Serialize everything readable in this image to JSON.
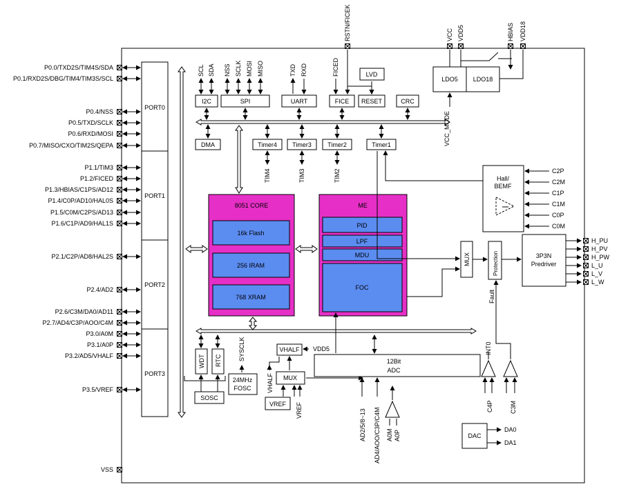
{
  "pins_left": [
    "P0.0/TXD2S/TIM4S/SDA",
    "P0.1/RXD2S/DBG/TIM4/TIM3S/SCL",
    "P0.4/NSS",
    "P0.5/TXD/SCLK",
    "P0.6/RXD/MOSI",
    "P0.7/MISO/CXO/TIM2S/QEPA",
    "P1.1/TIM3",
    "P1.2/FICED",
    "P1.3/HBIAS/C1PS/AD12",
    "P1.4/C0P/AD10/HAL0S",
    "P1.5/C0M/C2PS/AD13",
    "P1.6/C1P/AD9/HAL1S",
    "P2.1/C2P/AD8/HAL2S",
    "P2.4/AD2",
    "P2.6/C3M/DA0/AD11",
    "P2.7/AD4/C3P/AOO/C4M",
    "P3.0/A0M",
    "P3.1/A0P",
    "P3.2/AD5/VHALF",
    "P3.5/VREF",
    "VSS"
  ],
  "ports": [
    "PORT0",
    "PORT1",
    "PORT2",
    "PORT3"
  ],
  "top_pins": [
    "RSTN/FICEK",
    "VCC",
    "VDD5",
    "HBIAS",
    "VDD18"
  ],
  "peripherals": {
    "i2c": "I2C",
    "spi": "SPI",
    "uart": "UART",
    "fice": "FICE",
    "reset": "RESET",
    "lvd": "LVD",
    "crc": "CRC",
    "ldo5": "LDO5",
    "ldo18": "LDO18",
    "dma": "DMA",
    "timer4": "Timer4",
    "timer3": "Timer3",
    "timer2": "Timer2",
    "timer1": "Timer1"
  },
  "signals_top": {
    "scl": "SCL",
    "sda": "SDA",
    "nss": "NSS",
    "sclk": "SCLK",
    "mosi": "MOSI",
    "miso": "MISO",
    "txd": "TXD",
    "rxd": "RXD",
    "ficed": "FICED"
  },
  "tim_labels": [
    "TIM4",
    "TIM3",
    "TIM2"
  ],
  "vcc_mode": "VCC_MODE",
  "core": {
    "title": "8051 CORE",
    "flash": "16k Flash",
    "iram": "256 IRAM",
    "xram": "768 XRAM"
  },
  "me": {
    "title": "ME",
    "pid": "PID",
    "lpf": "LPF",
    "mdu": "MDU",
    "foc": "FOC"
  },
  "hall": {
    "line1": "Hall/",
    "line2": "BEMF",
    "inputs": [
      "C2P",
      "C2M",
      "C1P",
      "C1M",
      "C0P",
      "C0M"
    ]
  },
  "mux_right": "MUX",
  "protection": "Protection",
  "fault": "Fault",
  "predriver": {
    "line1": "3P3N",
    "line2": "Predriver",
    "outputs": [
      "H_PU",
      "H_PV",
      "H_PW",
      "L_U",
      "L_V",
      "L_W"
    ]
  },
  "bottom": {
    "wdt": "WDT",
    "rtc": "RTC",
    "sosc": "SOSC",
    "sysclk": "SYSCLK",
    "fosc1": "24MHz",
    "fosc2": "FOSC",
    "vhalf_box": "VHALF",
    "vdd5": "VDD5",
    "vhalf_label": "VHALF",
    "mux": "MUX",
    "vref_box": "VREF",
    "vref_label": "VREF",
    "adc1": "12Bit",
    "adc2": "ADC",
    "ad_a": "AD2/5/8~13",
    "ad_b": "AD4/AOO/C3P/C4M",
    "a0m": "A0M",
    "a0p": "A0P",
    "int0": "INT0",
    "c4p": "C4P",
    "c3m": "C3M",
    "dac": "DAC",
    "da0": "DA0",
    "da1": "DA1"
  }
}
